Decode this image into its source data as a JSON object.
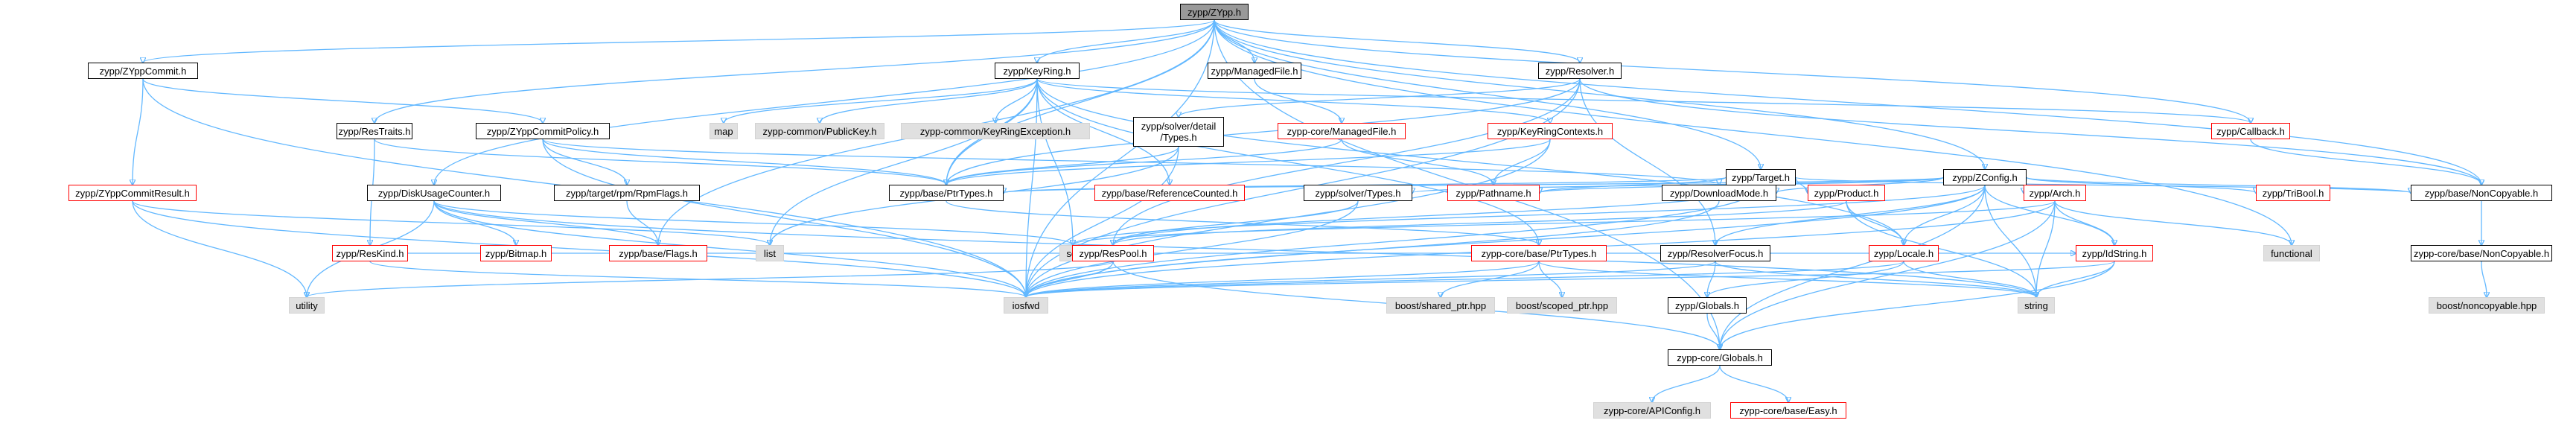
{
  "diagram": {
    "edge_color": "#63b8ff",
    "root_fill": "#999999",
    "external_fill": "#e0e0e0",
    "truncated_border": "#ff0000",
    "nodes": {
      "zypp": "zypp/ZYpp.h",
      "commit": "zypp/ZYppCommit.h",
      "keyring": "zypp/KeyRing.h",
      "managedfile": "zypp/ManagedFile.h",
      "resolver": "zypp/Resolver.h",
      "target": "zypp/Target.h",
      "zconfig": "zypp/ZConfig.h",
      "callback": "zypp/Callback.h",
      "functional": "functional",
      "restraits": "zypp/ResTraits.h",
      "commitpolicy": "zypp/ZYppCommitPolicy.h",
      "map": "map",
      "publickey": "zypp-common/PublicKey.h",
      "krexc": "zypp-common/KeyRingException.h",
      "solverdetail": "zypp/solver/detail\n/Types.h",
      "coremanaged": "zypp-core/ManagedFile.h",
      "krcontexts": "zypp/KeyRingContexts.h",
      "commitresult": "zypp/ZYppCommitResult.h",
      "diskusage": "zypp/DiskUsageCounter.h",
      "rpmflags": "zypp/target/rpm/RpmFlags.h",
      "ptrtypes": "zypp/base/PtrTypes.h",
      "refcounted": "zypp/base/ReferenceCounted.h",
      "solvertypes": "zypp/solver/Types.h",
      "pathname": "zypp/Pathname.h",
      "downloadmode": "zypp/DownloadMode.h",
      "product": "zypp/Product.h",
      "arch": "zypp/Arch.h",
      "tribool": "zypp/TriBool.h",
      "noncopy": "zypp/base/NonCopyable.h",
      "reskind": "zypp/ResKind.h",
      "bitmap": "zypp/Bitmap.h",
      "baseflags": "zypp/base/Flags.h",
      "list": "list",
      "set": "set",
      "respool": "zypp/ResPool.h",
      "coreptr": "zypp-core/base/PtrTypes.h",
      "resfocus": "zypp/ResolverFocus.h",
      "locale": "zypp/Locale.h",
      "idstring": "zypp/IdString.h",
      "corenoncopy": "zypp-core/base/NonCopyable.h",
      "utility": "utility",
      "iosfwd": "iosfwd",
      "sharedptr": "boost/shared_ptr.hpp",
      "scopedptr": "boost/scoped_ptr.hpp",
      "globals": "zypp/Globals.h",
      "string": "string",
      "boostnoncopy": "boost/noncopyable.hpp",
      "coreglobals": "zypp-core/Globals.h",
      "apiconfig": "zypp-core/APIConfig.h",
      "easy": "zypp-core/base/Easy.h"
    },
    "edges": [
      [
        "zypp",
        "commit"
      ],
      [
        "zypp",
        "keyring"
      ],
      [
        "zypp",
        "managedfile"
      ],
      [
        "zypp",
        "resolver"
      ],
      [
        "zypp",
        "target"
      ],
      [
        "zypp",
        "zconfig"
      ],
      [
        "zypp",
        "callback"
      ],
      [
        "zypp",
        "functional"
      ],
      [
        "zypp",
        "restraits"
      ],
      [
        "zypp",
        "diskusage"
      ],
      [
        "zypp",
        "ptrtypes"
      ],
      [
        "zypp",
        "noncopy"
      ],
      [
        "zypp",
        "iosfwd"
      ],
      [
        "zypp",
        "coreglobals"
      ],
      [
        "zypp",
        "baseflags"
      ],
      [
        "commit",
        "commitpolicy"
      ],
      [
        "commit",
        "commitresult"
      ],
      [
        "commit",
        "iosfwd"
      ],
      [
        "commitpolicy",
        "rpmflags"
      ],
      [
        "commitpolicy",
        "ptrtypes"
      ],
      [
        "commitpolicy",
        "downloadmode"
      ],
      [
        "commitpolicy",
        "iosfwd"
      ],
      [
        "commitresult",
        "list"
      ],
      [
        "commitresult",
        "utility"
      ],
      [
        "commitresult",
        "iosfwd"
      ],
      [
        "rpmflags",
        "baseflags"
      ],
      [
        "keyring",
        "map"
      ],
      [
        "keyring",
        "publickey"
      ],
      [
        "keyring",
        "krexc"
      ],
      [
        "keyring",
        "ptrtypes"
      ],
      [
        "keyring",
        "refcounted"
      ],
      [
        "keyring",
        "iosfwd"
      ],
      [
        "keyring",
        "list"
      ],
      [
        "keyring",
        "set"
      ],
      [
        "keyring",
        "krcontexts"
      ],
      [
        "keyring",
        "locale"
      ],
      [
        "keyring",
        "callback"
      ],
      [
        "keyring",
        "coreptr"
      ],
      [
        "krcontexts",
        "pathname"
      ],
      [
        "krcontexts",
        "ptrtypes"
      ],
      [
        "krcontexts",
        "iosfwd"
      ],
      [
        "managedfile",
        "coremanaged"
      ],
      [
        "coremanaged",
        "pathname"
      ],
      [
        "coremanaged",
        "ptrtypes"
      ],
      [
        "resolver",
        "solverdetail"
      ],
      [
        "resolver",
        "ptrtypes"
      ],
      [
        "resolver",
        "respool"
      ],
      [
        "resolver",
        "resfocus"
      ],
      [
        "resolver",
        "iosfwd"
      ],
      [
        "resolver",
        "noncopy"
      ],
      [
        "solverdetail",
        "ptrtypes"
      ],
      [
        "solverdetail",
        "list"
      ],
      [
        "solverdetail",
        "iosfwd"
      ],
      [
        "target",
        "ptrtypes"
      ],
      [
        "target",
        "pathname"
      ],
      [
        "target",
        "product"
      ],
      [
        "target",
        "iosfwd"
      ],
      [
        "target",
        "noncopy"
      ],
      [
        "target",
        "respool"
      ],
      [
        "zconfig",
        "ptrtypes"
      ],
      [
        "zconfig",
        "downloadmode"
      ],
      [
        "zconfig",
        "arch"
      ],
      [
        "zconfig",
        "tribool"
      ],
      [
        "zconfig",
        "noncopy"
      ],
      [
        "zconfig",
        "locale"
      ],
      [
        "zconfig",
        "idstring"
      ],
      [
        "zconfig",
        "pathname"
      ],
      [
        "zconfig",
        "solvertypes"
      ],
      [
        "zconfig",
        "resfocus"
      ],
      [
        "zconfig",
        "iosfwd"
      ],
      [
        "zconfig",
        "set"
      ],
      [
        "zconfig",
        "string"
      ],
      [
        "zconfig",
        "coreglobals"
      ],
      [
        "restraits",
        "ptrtypes"
      ],
      [
        "restraits",
        "reskind"
      ],
      [
        "diskusage",
        "set"
      ],
      [
        "diskusage",
        "iosfwd"
      ],
      [
        "diskusage",
        "bitmap"
      ],
      [
        "diskusage",
        "baseflags"
      ],
      [
        "diskusage",
        "utility"
      ],
      [
        "diskusage",
        "string"
      ],
      [
        "ptrtypes",
        "coreptr"
      ],
      [
        "coreptr",
        "iosfwd"
      ],
      [
        "coreptr",
        "string"
      ],
      [
        "coreptr",
        "sharedptr"
      ],
      [
        "coreptr",
        "scopedptr"
      ],
      [
        "solvertypes",
        "respool"
      ],
      [
        "solvertypes",
        "iosfwd"
      ],
      [
        "product",
        "respool"
      ],
      [
        "product",
        "string"
      ],
      [
        "product",
        "locale"
      ],
      [
        "arch",
        "string"
      ],
      [
        "arch",
        "set"
      ],
      [
        "arch",
        "functional"
      ],
      [
        "arch",
        "iosfwd"
      ],
      [
        "arch",
        "coreglobals"
      ],
      [
        "arch",
        "idstring"
      ],
      [
        "reskind",
        "iosfwd"
      ],
      [
        "reskind",
        "idstring"
      ],
      [
        "respool",
        "iosfwd"
      ],
      [
        "respool",
        "utility"
      ],
      [
        "respool",
        "coreglobals"
      ],
      [
        "resfocus",
        "iosfwd"
      ],
      [
        "resfocus",
        "string"
      ],
      [
        "resfocus",
        "globals"
      ],
      [
        "locale",
        "iosfwd"
      ],
      [
        "locale",
        "string"
      ],
      [
        "locale",
        "globals"
      ],
      [
        "idstring",
        "iosfwd"
      ],
      [
        "idstring",
        "string"
      ],
      [
        "idstring",
        "coreglobals"
      ],
      [
        "noncopy",
        "corenoncopy"
      ],
      [
        "corenoncopy",
        "boostnoncopy"
      ],
      [
        "globals",
        "coreglobals"
      ],
      [
        "coreglobals",
        "apiconfig"
      ],
      [
        "coreglobals",
        "easy"
      ],
      [
        "callback",
        "noncopy"
      ],
      [
        "downloadmode",
        "iosfwd"
      ]
    ]
  }
}
